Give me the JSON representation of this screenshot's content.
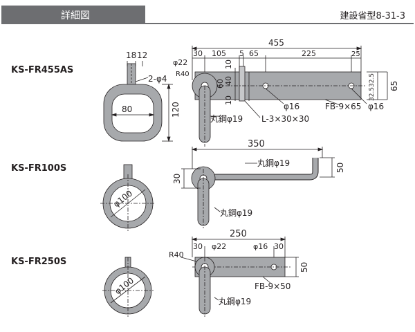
{
  "header": {
    "title": "詳細図",
    "reference": "建設省型8-31-3"
  },
  "models": [
    {
      "name": "KS-FR455AS",
      "ring": {
        "top_dims": [
          "18",
          "12"
        ],
        "hole": "2-φ4",
        "width": "80",
        "height": "120"
      },
      "side": {
        "total": "455",
        "segments": [
          "30",
          "105",
          "5",
          "65",
          "225",
          "25"
        ],
        "pin_dia": "φ22",
        "radius": "R40",
        "vert_dims": [
          "60",
          "40",
          "10",
          "10"
        ],
        "right_dims": [
          "32.5",
          "32.5",
          "65"
        ],
        "callouts": [
          "φ16",
          "FB-9×65",
          "φ16",
          "丸鋼φ19",
          "L-3×30×30"
        ]
      }
    },
    {
      "name": "KS-FR100S",
      "ring": {
        "diameter": "φ100"
      },
      "side": {
        "total": "350",
        "height": "30",
        "hook": "50",
        "rod_top": "丸鋼φ19",
        "rod_bottom": "丸鋼φ19"
      }
    },
    {
      "name": "KS-FR250S",
      "ring": {
        "diameter": "φ100"
      },
      "side": {
        "total": "250",
        "segments": [
          "30",
          "φ22",
          "φ16",
          "30"
        ],
        "radius": "R40",
        "height": "50",
        "bar": "FB-9×50",
        "rod": "丸鋼φ19"
      }
    }
  ]
}
